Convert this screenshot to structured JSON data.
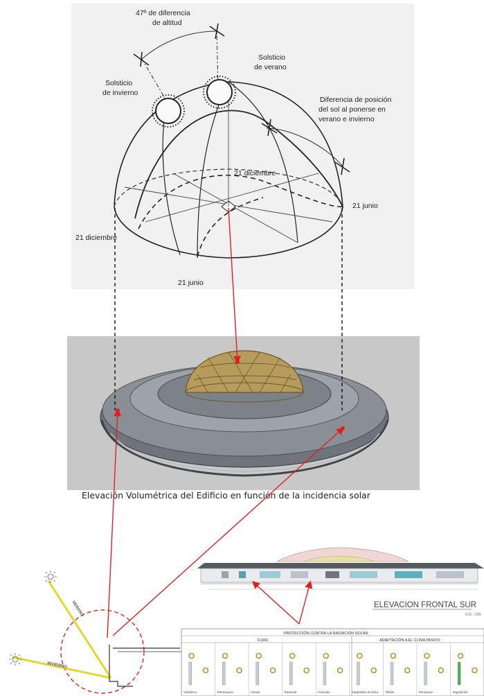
{
  "sun_diagram": {
    "label_altitude_line1": "47º de diferencia",
    "label_altitude_line2": "de altitud",
    "label_summer_line1": "Solsticio",
    "label_summer_line2": "de verano",
    "label_winter_line1": "Solsticio",
    "label_winter_line2": "de invierno",
    "label_position_line1": "Diferencia de posición",
    "label_position_line2": "del sol al ponerse en",
    "label_position_line3": "verano e invierno",
    "label_dic_inner": "21 diciembre",
    "label_junio_right": "21 junio",
    "label_dic_left": "21 diciembre",
    "label_junio_bottom": "21 junio"
  },
  "render": {
    "caption": "Elevación Volumétrica del Edificio en función de la incidencia solar"
  },
  "elevation": {
    "title": "ELEVACION FRONTAL SUR",
    "scale": "ESC. 1/85"
  },
  "compass": {
    "summer_label": "VERANO",
    "winter_label": "INVIERNO"
  },
  "protection_table": {
    "header": "PROTECCIÓN CONTRA LA RADIACIÓN SOLAR",
    "group_fixed": "FIJAS",
    "group_adaptive": "ADAPTACIÓN A EL CLIMA PASIVO",
    "columns": [
      "Voladizos",
      "Retranqueo",
      "Lamas",
      "Pasarela",
      "Celosias",
      "Adaptados al clima",
      "Toldos",
      "Persianas",
      "Vegetación"
    ]
  },
  "colors": {
    "arrow": "#e02020",
    "render_bg": "#c8c8c8",
    "ray": "#e8d42a",
    "dashed_circle": "#e02020"
  }
}
